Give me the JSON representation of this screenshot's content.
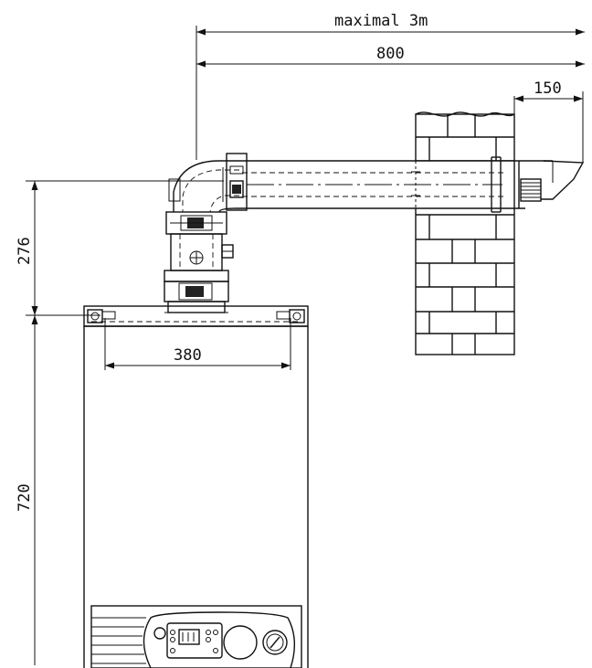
{
  "dimensions": {
    "max_length": "maximal 3m",
    "horizontal_800": "800",
    "horizontal_150": "150",
    "vertical_276": "276",
    "horizontal_380": "380",
    "vertical_720": "720"
  },
  "colors": {
    "line": "#111111",
    "background": "#ffffff"
  }
}
